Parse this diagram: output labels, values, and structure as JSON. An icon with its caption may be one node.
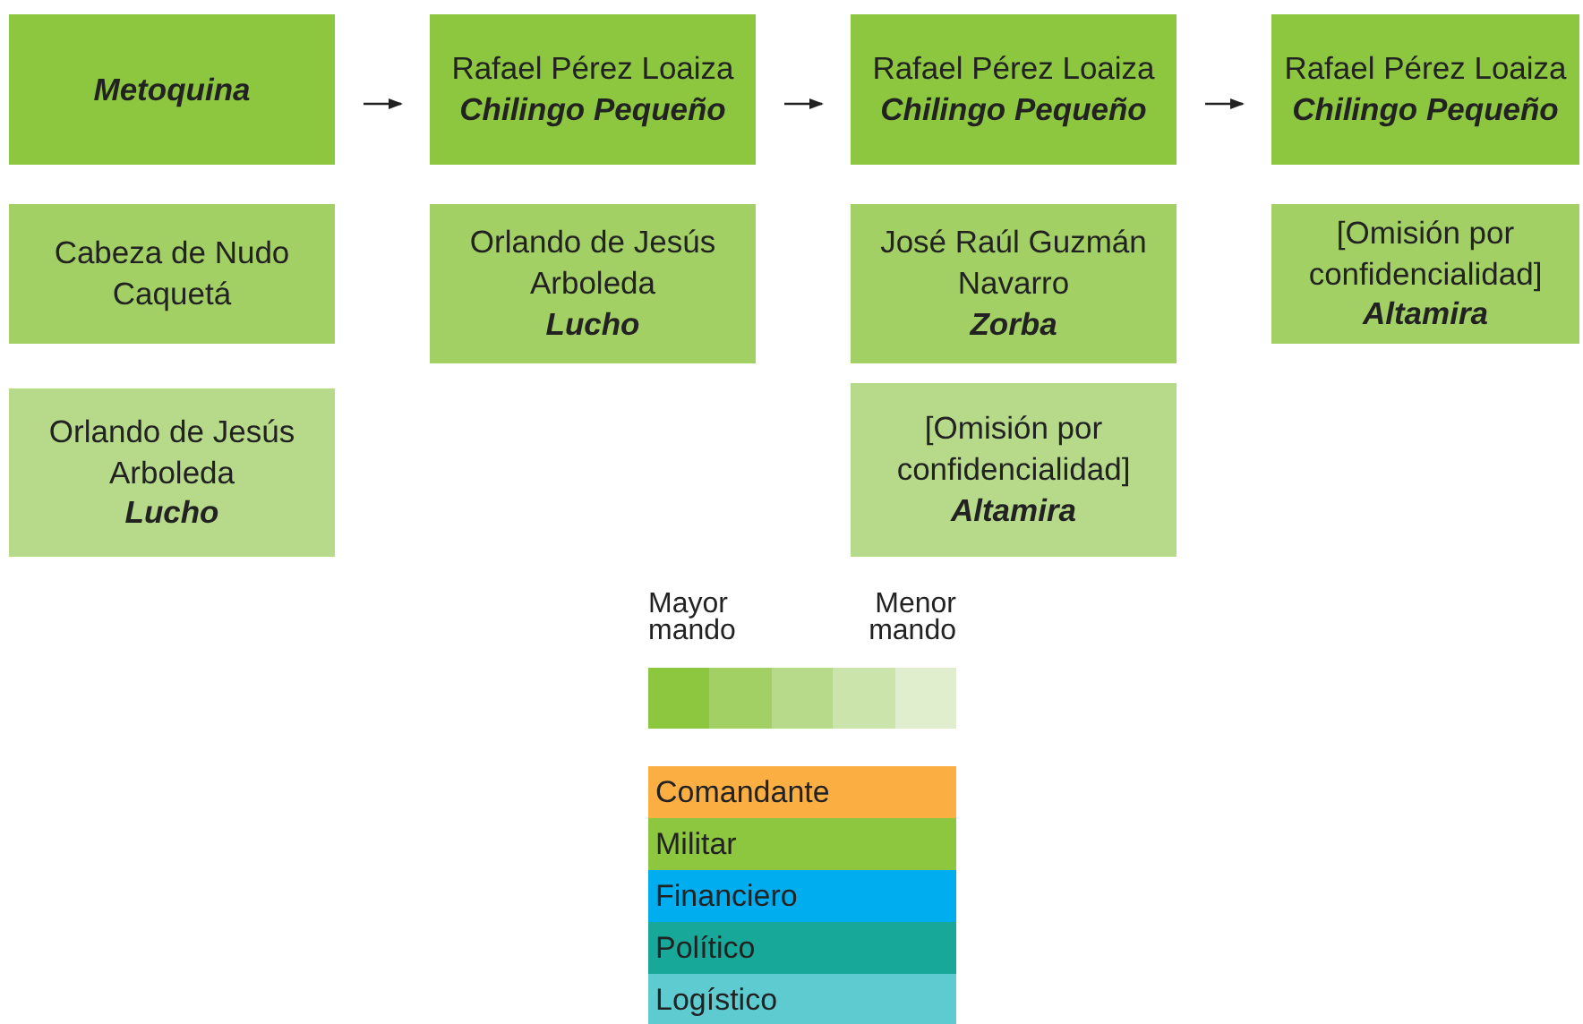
{
  "diagram": {
    "nodes": [
      {
        "text": [
          "Metoquina"
        ]
      },
      {
        "text": [
          "Rafael Pérez Loaiza",
          "Chilingo Pequeño"
        ]
      },
      {
        "text": [
          "Rafael Pérez Loaiza",
          "Chilingo Pequeño"
        ]
      },
      {
        "text": [
          "Rafael Pérez Loaiza",
          "Chilingo Pequeño"
        ]
      },
      {
        "text": [
          "Cabeza de Nudo Caquetá"
        ]
      },
      {
        "text": [
          "Orlando de Jesús Arboleda",
          "Lucho"
        ]
      },
      {
        "text": [
          "José Raúl Guzmán Navarro",
          "Zorba"
        ]
      },
      {
        "text": [
          "[Omisión por confidencialidad]",
          "Altamira"
        ]
      },
      {
        "text": [
          "Orlando de Jesús Arboleda",
          "Lucho"
        ]
      },
      {
        "text": [
          "[Omisión por confidencialidad]",
          "Altamira"
        ]
      }
    ],
    "edges": [
      {
        "from": 0,
        "to": 1,
        "arrow": "to"
      },
      {
        "from": 1,
        "to": 2,
        "arrow": "to"
      },
      {
        "from": 2,
        "to": 3,
        "arrow": "to"
      }
    ],
    "labels": [
      "Mayor mando",
      "Menor mando"
    ],
    "legend": [
      {
        "text": "Comandante",
        "color": "#fbae42"
      },
      {
        "text": "Militar",
        "color": "#8dc63f"
      },
      {
        "text": "Financiero",
        "color": "#00aeef"
      },
      {
        "text": "Político",
        "color": "#17a89a"
      },
      {
        "text": "Logístico",
        "color": "#5ecbd0"
      }
    ]
  }
}
